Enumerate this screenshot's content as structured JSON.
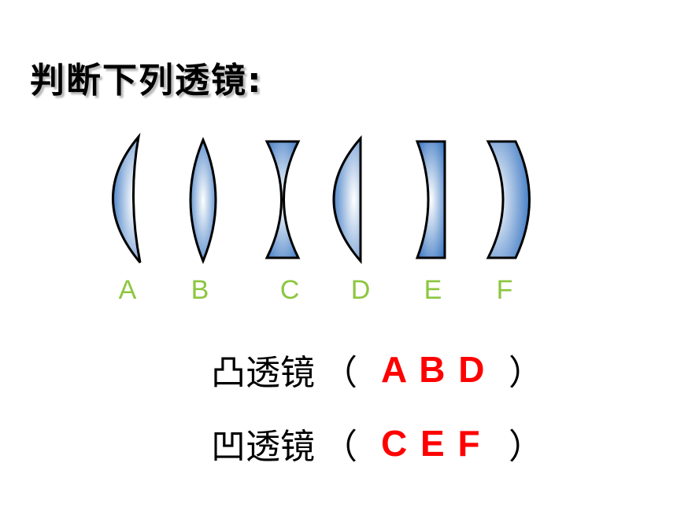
{
  "title": "判断下列透镜:",
  "lenses": [
    {
      "label": "A",
      "kind": "plano-convex"
    },
    {
      "label": "B",
      "kind": "biconvex"
    },
    {
      "label": "C",
      "kind": "biconcave"
    },
    {
      "label": "D",
      "kind": "plano-convex"
    },
    {
      "label": "E",
      "kind": "plano-concave"
    },
    {
      "label": "F",
      "kind": "concave-meniscus"
    }
  ],
  "answers": {
    "convex": {
      "name": "凸透镜",
      "open": "（",
      "letters": "A B D",
      "close": "）"
    },
    "concave": {
      "name": "凹透镜",
      "open": "（",
      "letters": "C E F",
      "close": "）"
    }
  },
  "colors": {
    "lens_edge": "#2f6fbf",
    "lens_center": "#ffffff",
    "lens_outline": "#000000",
    "label": "#8cc63f",
    "answer": "#ff0000"
  }
}
